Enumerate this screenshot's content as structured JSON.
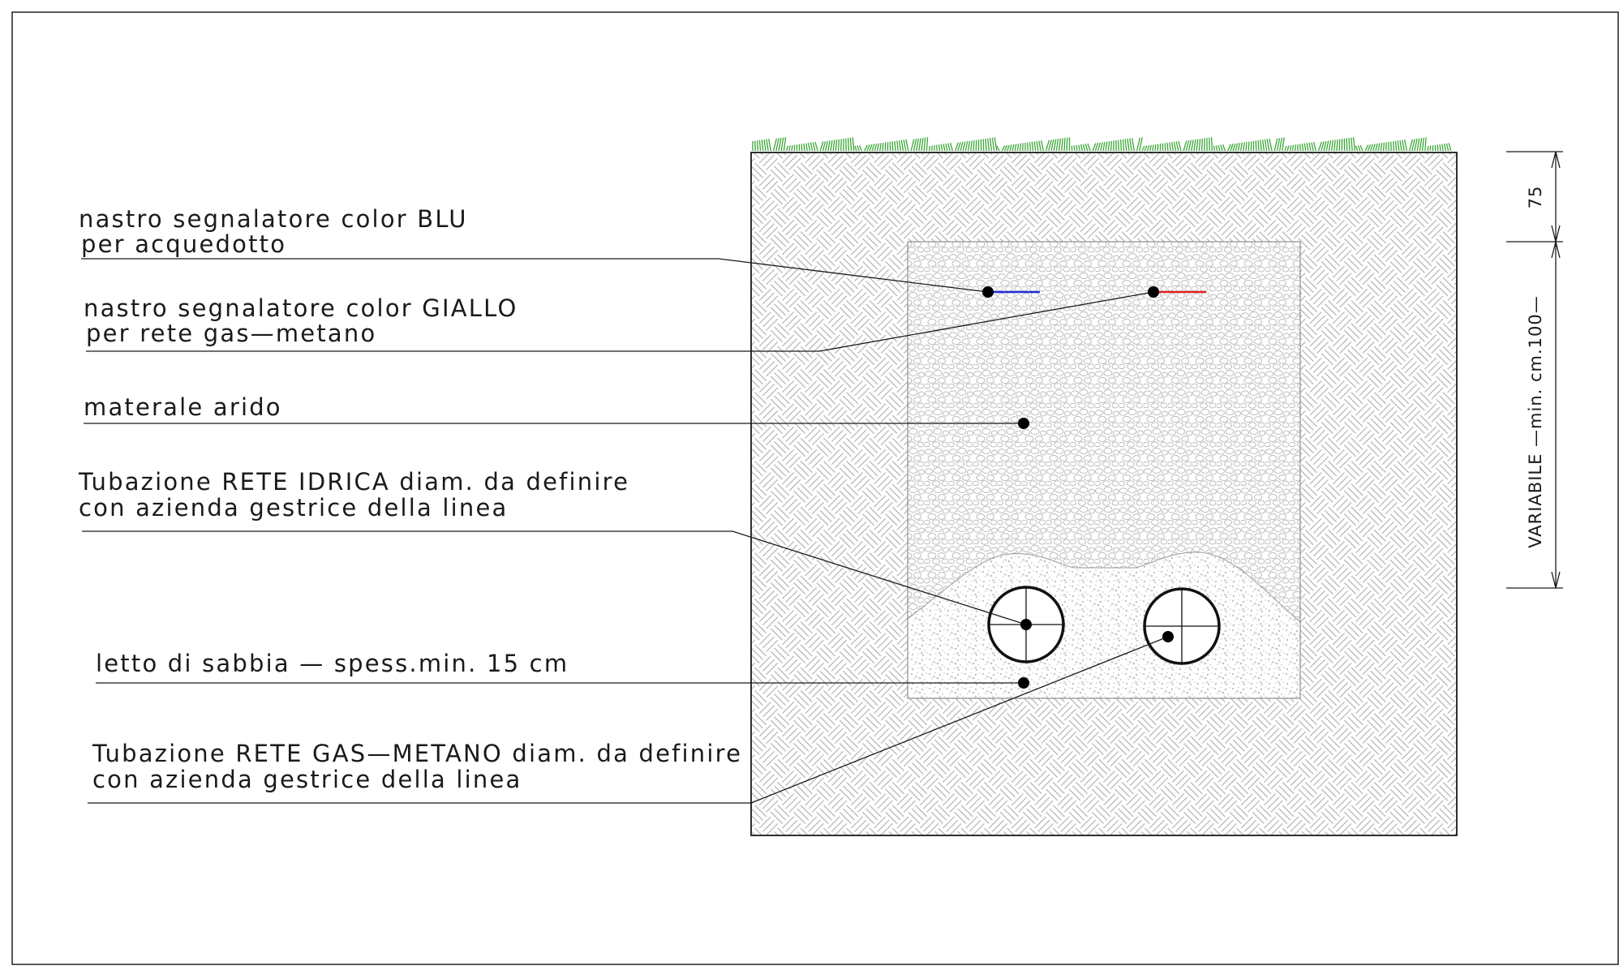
{
  "labels": {
    "blue_tape_1": "nastro segnalatore color BLU",
    "blue_tape_2": "per acquedotto",
    "yellow_tape_1": "nastro segnalatore color GIALLO",
    "yellow_tape_2": "per rete gas—metano",
    "dry_material": "materale arido",
    "water_pipe_1": "Tubazione RETE IDRICA diam. da definire",
    "water_pipe_2": "con azienda gestrice della linea",
    "sand_bed": "letto di sabbia — spess.min. 15 cm",
    "gas_pipe_1": "Tubazione RETE GAS—METANO diam. da definire",
    "gas_pipe_2": "con azienda gestrice della linea"
  },
  "dimensions": {
    "top": "75",
    "variable": "VARIABILE —min. cm.100—"
  },
  "colors": {
    "line": "#1a1a1a",
    "grass": "#3aa635",
    "blue_tape": "#1f2bd6",
    "red_tape": "#e02020",
    "soil_hatch": "#b8b8b8",
    "gravel": "#bdbdbd",
    "sand": "#c4c4c4"
  }
}
